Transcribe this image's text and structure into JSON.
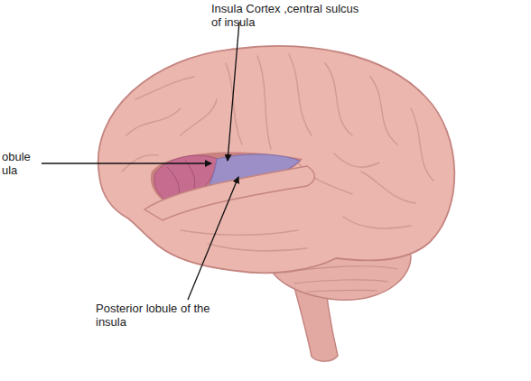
{
  "diagram": {
    "labels": [
      "Insula Cortex ,central sulcus of insula",
      "obule ula",
      "Posterior lobule of the insula"
    ]
  }
}
